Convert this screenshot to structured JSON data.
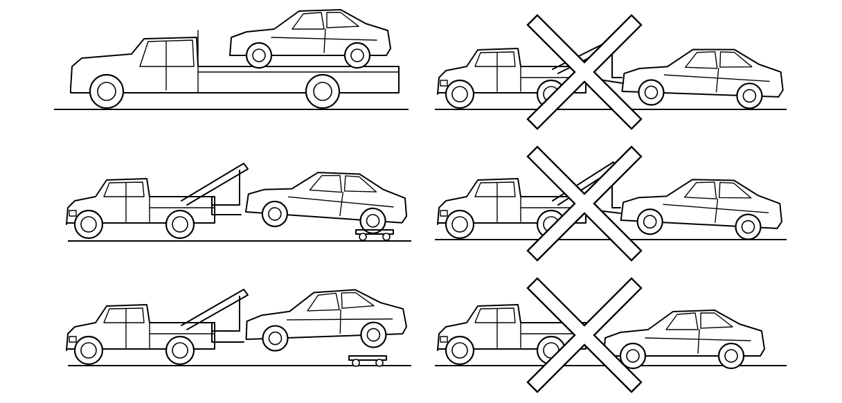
{
  "panels": [
    {
      "id": "flatbed",
      "method": "flatbed-carrier",
      "status": "correct"
    },
    {
      "id": "wheel-lift-front-dolly",
      "method": "wheel-lift-with-dollies",
      "status": "correct"
    },
    {
      "id": "wheel-lift-rear-dolly",
      "method": "wheel-lift-with-dollies",
      "status": "correct"
    },
    {
      "id": "sling-tow-rear",
      "method": "sling-belt-rear",
      "status": "incorrect",
      "icon": "x-mark-icon"
    },
    {
      "id": "sling-tow-front",
      "method": "sling-belt-front",
      "status": "incorrect",
      "icon": "x-mark-icon"
    },
    {
      "id": "drag-tow",
      "method": "all-wheels-on-ground",
      "status": "incorrect",
      "icon": "x-mark-icon"
    }
  ],
  "colors": {
    "line": "#000000",
    "background": "#ffffff"
  }
}
